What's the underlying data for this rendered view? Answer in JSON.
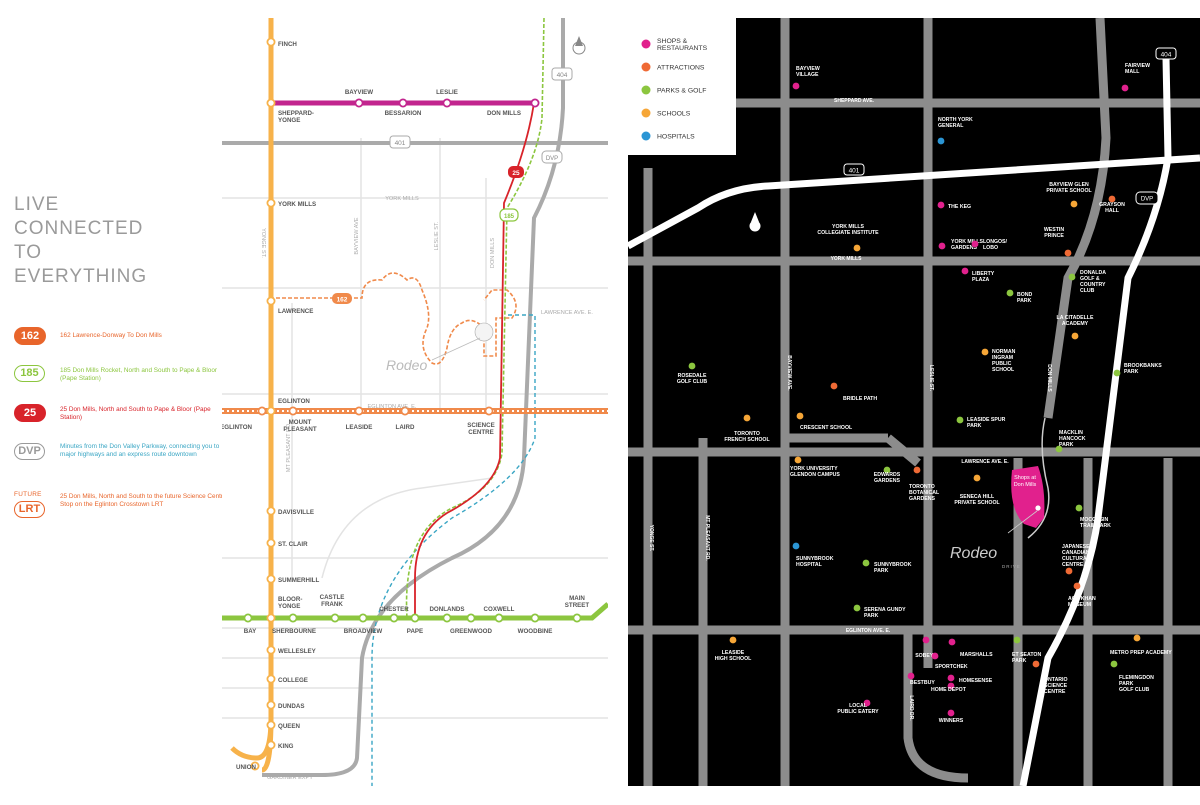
{
  "headline": [
    "LIVE",
    "CONNECTED",
    "TO",
    "EVERYTHING"
  ],
  "legend": [
    {
      "badge": "162",
      "text": "162 Lawrence-Donway To Don Mills",
      "style": "solid",
      "color": "#e8652b"
    },
    {
      "badge": "185",
      "text": "185 Don Mills Rocket, North and South to Pape & Bloor (Pape Station)",
      "style": "outline",
      "color": "#8cc63f"
    },
    {
      "badge": "25",
      "text": "25 Don Mills, North and South to Pape & Bloor (Pape Station)",
      "style": "solid",
      "color": "#d8232a"
    },
    {
      "badge": "DVP",
      "text": "Minutes from the Don Valley Parkway, connecting you to major highways and an express route downtown",
      "style": "outline",
      "color": "#9a9a9a"
    },
    {
      "prefix": "FUTURE",
      "badge": "LRT",
      "text": "25 Don Mills, North and South to the future Science Centre Stop on the Eglinton Crosstown LRT",
      "style": "outline",
      "color": "#e8652b"
    }
  ],
  "transit_map": {
    "colors": {
      "yonge_line": "#f7b24a",
      "sheppard_line": "#c2258e",
      "bloor_line": "#8cc63f",
      "eglinton_lrt": "#f08a4b",
      "route_25": "#d8232a",
      "route_185": "#8cc63f",
      "dvp": "#aaaaaa",
      "hwy401": "#aaaaaa",
      "route_162": "#f08a4b",
      "route_dashed_teal": "#3aa6c4",
      "label_text": "#555555"
    },
    "station_labels": [
      {
        "id": "finch",
        "text": "FINCH"
      },
      {
        "id": "sheppard-yonge",
        "text": "SHEPPARD-\nYONGE"
      },
      {
        "id": "bayview",
        "text": "BAYVIEW"
      },
      {
        "id": "bessarion",
        "text": "BESSARION"
      },
      {
        "id": "leslie",
        "text": "LESLIE"
      },
      {
        "id": "don-mills",
        "text": "DON MILLS"
      },
      {
        "id": "york-mills",
        "text": "YORK MILLS"
      },
      {
        "id": "lawrence",
        "text": "LAWRENCE"
      },
      {
        "id": "eglinton",
        "text": "EGLINTON"
      },
      {
        "id": "eglinton-w",
        "text": "EGLINTON"
      },
      {
        "id": "mount-pleasant",
        "text": "MOUNT\nPLEASANT"
      },
      {
        "id": "leaside",
        "text": "LEASIDE"
      },
      {
        "id": "laird",
        "text": "LAIRD"
      },
      {
        "id": "science-centre",
        "text": "SCIENCE\nCENTRE"
      },
      {
        "id": "davisville",
        "text": "DAVISVILLE"
      },
      {
        "id": "st-clair",
        "text": "ST. CLAIR"
      },
      {
        "id": "summerhill",
        "text": "SUMMERHILL"
      },
      {
        "id": "bloor-yonge",
        "text": "BLOOR-\nYONGE"
      },
      {
        "id": "castle-frank",
        "text": "CASTLE\nFRANK"
      },
      {
        "id": "chester",
        "text": "CHESTER"
      },
      {
        "id": "donlands",
        "text": "DONLANDS"
      },
      {
        "id": "coxwell",
        "text": "COXWELL"
      },
      {
        "id": "main-street",
        "text": "MAIN\nSTREET"
      },
      {
        "id": "bay",
        "text": "BAY"
      },
      {
        "id": "sherbourne",
        "text": "SHERBOURNE"
      },
      {
        "id": "broadview",
        "text": "BROADVIEW"
      },
      {
        "id": "pape",
        "text": "PAPE"
      },
      {
        "id": "greenwood",
        "text": "GREENWOOD"
      },
      {
        "id": "woodbine",
        "text": "WOODBINE"
      },
      {
        "id": "wellesley",
        "text": "WELLESLEY"
      },
      {
        "id": "college",
        "text": "COLLEGE"
      },
      {
        "id": "dundas",
        "text": "DUNDAS"
      },
      {
        "id": "queen",
        "text": "QUEEN"
      },
      {
        "id": "king",
        "text": "KING"
      },
      {
        "id": "union",
        "text": "UNION"
      }
    ],
    "street_labels": [
      {
        "id": "york-mills-rd",
        "text": "YORK MILLS"
      },
      {
        "id": "lawrence-ave-e",
        "text": "LAWRENCE AVE. E."
      },
      {
        "id": "eglinton-ave-e",
        "text": "EGLINTON AVE. E."
      },
      {
        "id": "gardiner",
        "text": "GARDINER EXPY"
      },
      {
        "id": "yonge-st",
        "text": "YONGE ST."
      },
      {
        "id": "bayview-ave",
        "text": "BAYVIEW AVE"
      },
      {
        "id": "leslie-st",
        "text": "LESLIE ST."
      },
      {
        "id": "don-mills-rd",
        "text": "DON MILLS"
      },
      {
        "id": "mt-pleasant",
        "text": "MT PLEASANT RD"
      }
    ],
    "shields": {
      "hwy401": "401",
      "hwy404": "404",
      "dvp": "DVP",
      "r25": "25",
      "r185": "185",
      "r162": "162"
    },
    "logo_text": "Rodeo"
  },
  "area_map": {
    "colors": {
      "background": "#000000",
      "road": "#8c8c8c",
      "highway": "#ffffff",
      "text": "#ffffff",
      "shops": "#e1218d",
      "attractions": "#ef6a35",
      "parks": "#8cc63f",
      "schools": "#f6a637",
      "hospitals": "#2b95d4",
      "site": "#e1218d"
    },
    "legend": [
      {
        "label": "SHOPS &\nRESTAURANTS",
        "category": "shops"
      },
      {
        "label": "ATTRACTIONS",
        "category": "attractions"
      },
      {
        "label": "PARKS & GOLF",
        "category": "parks"
      },
      {
        "label": "SCHOOLS",
        "category": "schools"
      },
      {
        "label": "HOSPITALS",
        "category": "hospitals"
      }
    ],
    "road_labels": [
      {
        "id": "sheppard",
        "text": "SHEPPARD AVE."
      },
      {
        "id": "york-mills",
        "text": "YORK MILLS"
      },
      {
        "id": "lawrence",
        "text": "LAWRENCE AVE. E."
      },
      {
        "id": "eglinton",
        "text": "EGLINTON AVE. E."
      },
      {
        "id": "bayview",
        "text": "BAYVIEW AVE."
      },
      {
        "id": "leslie",
        "text": "LESLIE ST."
      },
      {
        "id": "don-mills",
        "text": "DON MILLS"
      },
      {
        "id": "yonge",
        "text": "YONGE ST."
      },
      {
        "id": "mt-pleasant",
        "text": "MT PLEASANT RD."
      },
      {
        "id": "laird",
        "text": "LAIRD DR."
      }
    ],
    "shields": {
      "hwy401": "401",
      "hwy404": "404",
      "dvp": "DVP"
    },
    "site": {
      "label": "Shops at\nDon Mills",
      "logo_text": "Rodeo",
      "logo_sub": "DRIVE"
    },
    "pois": [
      {
        "id": "bayview-village",
        "label": "BAYVIEW\nVILLAGE",
        "category": "shops"
      },
      {
        "id": "fairview-mall",
        "label": "FAIRVIEW\nMALL",
        "category": "shops"
      },
      {
        "id": "north-york-general",
        "label": "NORTH YORK\nGENERAL",
        "category": "hospitals"
      },
      {
        "id": "bayview-glen",
        "label": "BAYVIEW GLEN\nPRIVATE SCHOOL",
        "category": "schools"
      },
      {
        "id": "grayson-hall",
        "label": "GRAYSON\nHALL",
        "category": "attractions"
      },
      {
        "id": "the-keg",
        "label": "THE KEG",
        "category": "shops"
      },
      {
        "id": "york-mills-ci",
        "label": "YORK MILLS\nCOLLEGIATE INSTITUTE",
        "category": "schools"
      },
      {
        "id": "york-mills-gardens",
        "label": "YORK MILLS\nGARDENS",
        "category": "shops"
      },
      {
        "id": "longos",
        "label": "LONGOS/\nLOBO",
        "category": "shops"
      },
      {
        "id": "westin-prince",
        "label": "WESTIN\nPRINCE",
        "category": "attractions"
      },
      {
        "id": "liberty-plaza",
        "label": "LIBERTY\nPLAZA",
        "category": "shops"
      },
      {
        "id": "donalda",
        "label": "DONALDA\nGOLF &\nCOUNTRY\nCLUB",
        "category": "parks"
      },
      {
        "id": "bond-park",
        "label": "BOND\nPARK",
        "category": "parks"
      },
      {
        "id": "la-citadelle",
        "label": "LA CITADELLE\nACADEMY",
        "category": "schools"
      },
      {
        "id": "norman-ingram",
        "label": "NORMAN\nINGRAM\nPUBLIC\nSCHOOL",
        "category": "schools"
      },
      {
        "id": "brookbanks",
        "label": "BROOKBANKS\nPARK",
        "category": "parks"
      },
      {
        "id": "rosedale-golf",
        "label": "ROSEDALE\nGOLF CLUB",
        "category": "parks"
      },
      {
        "id": "bridle-path",
        "label": "BRIDLE PATH",
        "category": "attractions"
      },
      {
        "id": "toronto-french",
        "label": "TORONTO\nFRENCH SCHOOL",
        "category": "schools"
      },
      {
        "id": "crescent-school",
        "label": "CRESCENT SCHOOL",
        "category": "schools"
      },
      {
        "id": "leaside-spur",
        "label": "LEASIDE SPUR\nPARK",
        "category": "parks"
      },
      {
        "id": "macklin-hancock",
        "label": "MACKLIN\nHANCOCK\nPARK",
        "category": "parks"
      },
      {
        "id": "york-university",
        "label": "YORK UNIVERSITY\nGLENDON CAMPUS",
        "category": "schools"
      },
      {
        "id": "edwards-gardens",
        "label": "EDWARDS\nGARDENS",
        "category": "parks"
      },
      {
        "id": "toronto-botanical",
        "label": "TORONTO\nBOTANICAL\nGARDENS",
        "category": "attractions"
      },
      {
        "id": "seneca-hill",
        "label": "SENECA HILL\nPRIVATE SCHOOL",
        "category": "schools"
      },
      {
        "id": "moccasin-trail",
        "label": "MOCCASIN\nTRAIL PARK",
        "category": "parks"
      },
      {
        "id": "japanese-canadian",
        "label": "JAPANESE\nCANADIAN\nCULTURAL\nCENTRE",
        "category": "attractions"
      },
      {
        "id": "aga-khan",
        "label": "AGA KHAN\nMUSEUM",
        "category": "attractions"
      },
      {
        "id": "sunnybrook-hospital",
        "label": "SUNNYBROOK\nHOSPITAL",
        "category": "hospitals"
      },
      {
        "id": "sunnybrook-park",
        "label": "SUNNYBROOK\nPARK",
        "category": "parks"
      },
      {
        "id": "serena-gundy",
        "label": "SERENA GUNDY\nPARK",
        "category": "parks"
      },
      {
        "id": "leaside-high",
        "label": "LEASIDE\nHIGH SCHOOL",
        "category": "schools"
      },
      {
        "id": "sobeys",
        "label": "SOBEYS",
        "category": "shops"
      },
      {
        "id": "marshalls",
        "label": "MARSHALLS",
        "category": "shops"
      },
      {
        "id": "et-seaton",
        "label": "ET SEATON\nPARK",
        "category": "parks"
      },
      {
        "id": "sportchek",
        "label": "SPORTCHEK",
        "category": "shops"
      },
      {
        "id": "bestbuy",
        "label": "BESTBUY",
        "category": "shops"
      },
      {
        "id": "homesense",
        "label": "HOMESENSE",
        "category": "shops"
      },
      {
        "id": "ontario-science",
        "label": "ONTARIO\nSCIENCE\nCENTRE",
        "category": "attractions"
      },
      {
        "id": "home-depot",
        "label": "HOME DEPOT",
        "category": "shops"
      },
      {
        "id": "local-public",
        "label": "LOCAL\nPUBLIC EATERY",
        "category": "shops"
      },
      {
        "id": "winners",
        "label": "WINNERS",
        "category": "shops"
      },
      {
        "id": "metro-prep",
        "label": "METRO PREP ACADEMY",
        "category": "schools"
      },
      {
        "id": "flemingdon",
        "label": "FLEMINGDON\nPARK\nGOLF CLUB",
        "category": "parks"
      }
    ]
  }
}
